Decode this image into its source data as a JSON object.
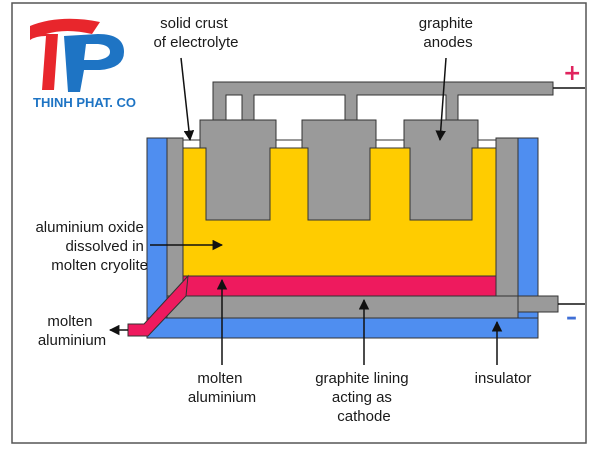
{
  "logo": {
    "text": "THINH PHAT. CO",
    "text_color": "#1e74c4",
    "mark_red": "#e8262c",
    "mark_blue": "#1e74c4"
  },
  "labels": {
    "crust": [
      "solid crust",
      "of electrolyte"
    ],
    "anodes": [
      "graphite",
      "anodes"
    ],
    "oxide": [
      "aluminium oxide",
      "dissolved in",
      "molten cryolite"
    ],
    "tap": [
      "molten",
      "aluminium"
    ],
    "molten": [
      "molten",
      "aluminium"
    ],
    "lining": [
      "graphite lining",
      "acting as",
      "cathode"
    ],
    "insulator": [
      "insulator"
    ]
  },
  "terminals": {
    "positive": "+",
    "negative": "–",
    "positive_color": "#e0245e",
    "negative_color": "#3f6fd6"
  },
  "colors": {
    "insulator": "#4f8ef0",
    "graphite": "#9a9a9a",
    "electrolyte": "#ffcc00",
    "aluminium": "#ee1a5e",
    "outline": "#333333",
    "frame": "#555555"
  }
}
